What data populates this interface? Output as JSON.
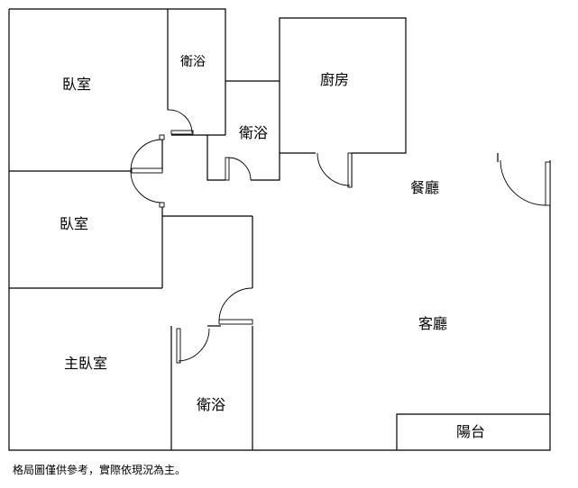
{
  "rooms": {
    "bedroom_1": "臥室",
    "bath_top": "衛浴",
    "bath_middle": "衛浴",
    "kitchen": "廚房",
    "bedroom_2": "臥室",
    "dining": "餐廳",
    "living": "客廳",
    "master_bedroom": "主臥室",
    "bath_master": "衛浴",
    "balcony": "陽台"
  },
  "caption": "格局圖僅供參考，實際依現況為主。"
}
